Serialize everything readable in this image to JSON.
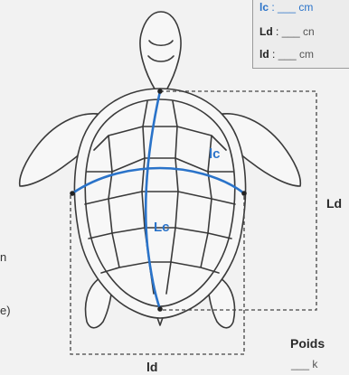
{
  "legend": {
    "lc": {
      "key": "lc",
      "sep": " : ",
      "unit": "___ cm"
    },
    "Ld": {
      "key": "Ld",
      "sep": " : ",
      "unit": "___ cn"
    },
    "ld": {
      "key": "ld",
      "sep": " : ",
      "unit": "___ cm"
    }
  },
  "labels": {
    "lc": "lc",
    "Lc": "Lc",
    "Ld": "Ld",
    "ld": "ld",
    "poids": "Poids",
    "poids_unit": "___ k",
    "cut_left_1": "n",
    "cut_left_2": "e)"
  },
  "colors": {
    "background": "#f2f2f2",
    "outline": "#333333",
    "measure_blue": "#2a73c9",
    "dashed": "#444444"
  }
}
